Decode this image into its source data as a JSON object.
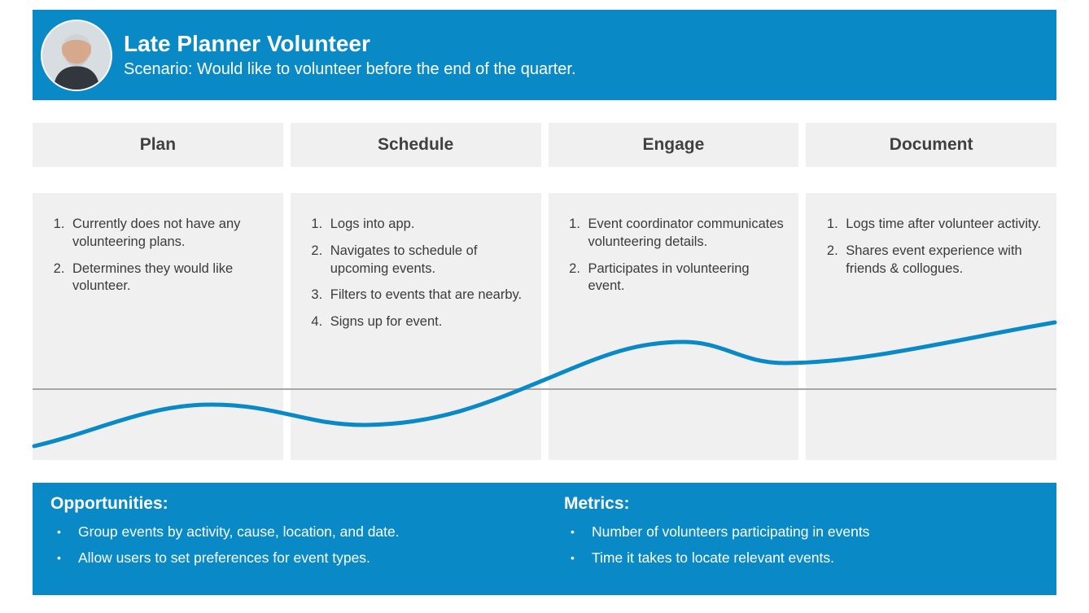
{
  "header": {
    "title": "Late Planner Volunteer",
    "subtitle": "Scenario: Would like to volunteer before the end of the quarter."
  },
  "columns": [
    {
      "label": "Plan",
      "items": [
        "Currently does not have any volunteering plans.",
        "Determines they would like volunteer."
      ]
    },
    {
      "label": "Schedule",
      "items": [
        "Logs into app.",
        "Navigates to schedule of upcoming events.",
        "Filters to events that are nearby.",
        "Signs up for event."
      ]
    },
    {
      "label": "Engage",
      "items": [
        "Event coordinator communicates volunteering details.",
        "Participates in volunteering event."
      ]
    },
    {
      "label": "Document",
      "items": [
        "Logs time after volunteer activity.",
        "Shares event experience with friends & collogues."
      ]
    }
  ],
  "footer": {
    "opportunities": {
      "title": "Opportunities:",
      "bullet": "•",
      "items": [
        "Group events by activity, cause, location, and date.",
        "Allow users to set preferences for event types."
      ]
    },
    "metrics": {
      "title": "Metrics:",
      "bullet": "•",
      "items": [
        "Number of volunteers participating in events",
        "Time it takes to locate relevant events."
      ]
    }
  },
  "colors": {
    "accent": "#0989c6",
    "box_bg": "#f0f0f0",
    "baseline": "#a6a6a6",
    "text": "#3b3b3b"
  }
}
